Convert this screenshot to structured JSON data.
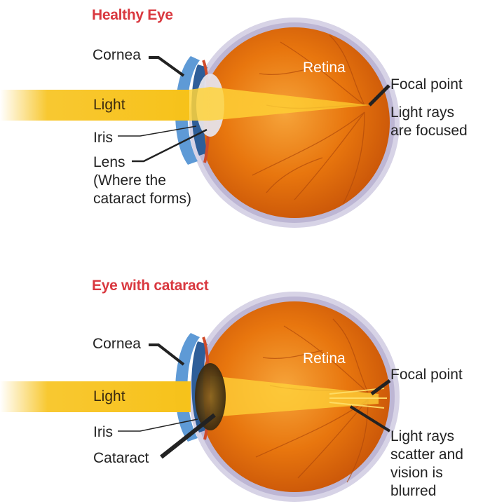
{
  "colors": {
    "title": "#d9383f",
    "eye_outer": "#c8c3dc",
    "eye_inner": "#e8760e",
    "light_beam": "#f7c21a"
  },
  "healthy": {
    "title": "Healthy Eye",
    "labels": {
      "cornea": "Cornea",
      "light": "Light",
      "iris": "Iris",
      "lens": "Lens",
      "lens_note_1": "(Where the",
      "lens_note_2": "cataract forms)",
      "retina": "Retina",
      "focal_point": "Focal point",
      "note_1": "Light rays",
      "note_2": "are focused"
    }
  },
  "cataract": {
    "title": "Eye with cataract",
    "labels": {
      "cornea": "Cornea",
      "light": "Light",
      "iris": "Iris",
      "cataract": "Cataract",
      "retina": "Retina",
      "focal_point": "Focal point",
      "note_1": "Light rays",
      "note_2": "scatter and",
      "note_3": "vision is",
      "note_4": "blurred"
    }
  }
}
